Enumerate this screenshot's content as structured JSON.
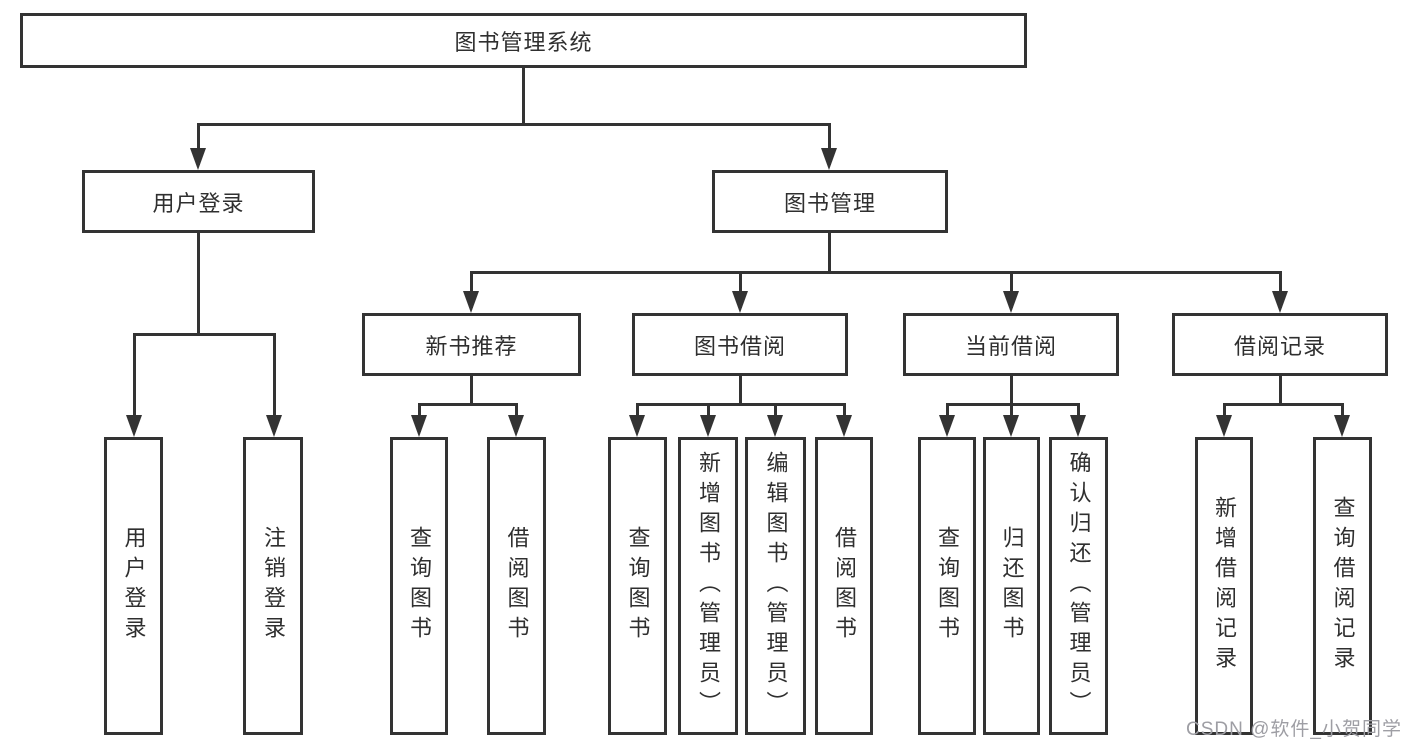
{
  "diagram": {
    "title": "图书管理系统",
    "root": {
      "label": "图书管理系统"
    },
    "level2": [
      {
        "label": "用户登录"
      },
      {
        "label": "图书管理"
      }
    ],
    "level3": [
      {
        "label": "新书推荐",
        "parent": "图书管理"
      },
      {
        "label": "图书借阅",
        "parent": "图书管理"
      },
      {
        "label": "当前借阅",
        "parent": "图书管理"
      },
      {
        "label": "借阅记录",
        "parent": "图书管理"
      }
    ],
    "leaves": [
      {
        "label": "用户登录",
        "parent": "用户登录"
      },
      {
        "label": "注销登录",
        "parent": "用户登录"
      },
      {
        "label": "查询图书",
        "parent": "新书推荐"
      },
      {
        "label": "借阅图书",
        "parent": "新书推荐"
      },
      {
        "label": "查询图书",
        "parent": "图书借阅"
      },
      {
        "label": "新增图书（管理员）",
        "parent": "图书借阅"
      },
      {
        "label": "编辑图书（管理员）",
        "parent": "图书借阅"
      },
      {
        "label": "借阅图书",
        "parent": "图书借阅"
      },
      {
        "label": "查询图书",
        "parent": "当前借阅"
      },
      {
        "label": "归还图书",
        "parent": "当前借阅"
      },
      {
        "label": "确认归还（管理员）",
        "parent": "当前借阅"
      },
      {
        "label": "新增借阅记录",
        "parent": "借阅记录"
      },
      {
        "label": "查询借阅记录",
        "parent": "借阅记录"
      }
    ],
    "colors": {
      "line": "#333333",
      "text": "#2f2f2f",
      "box_background": "#ffffff",
      "watermark": "#9e9ea4"
    }
  },
  "watermark": {
    "text": "CSDN @软件_小贺同学"
  }
}
